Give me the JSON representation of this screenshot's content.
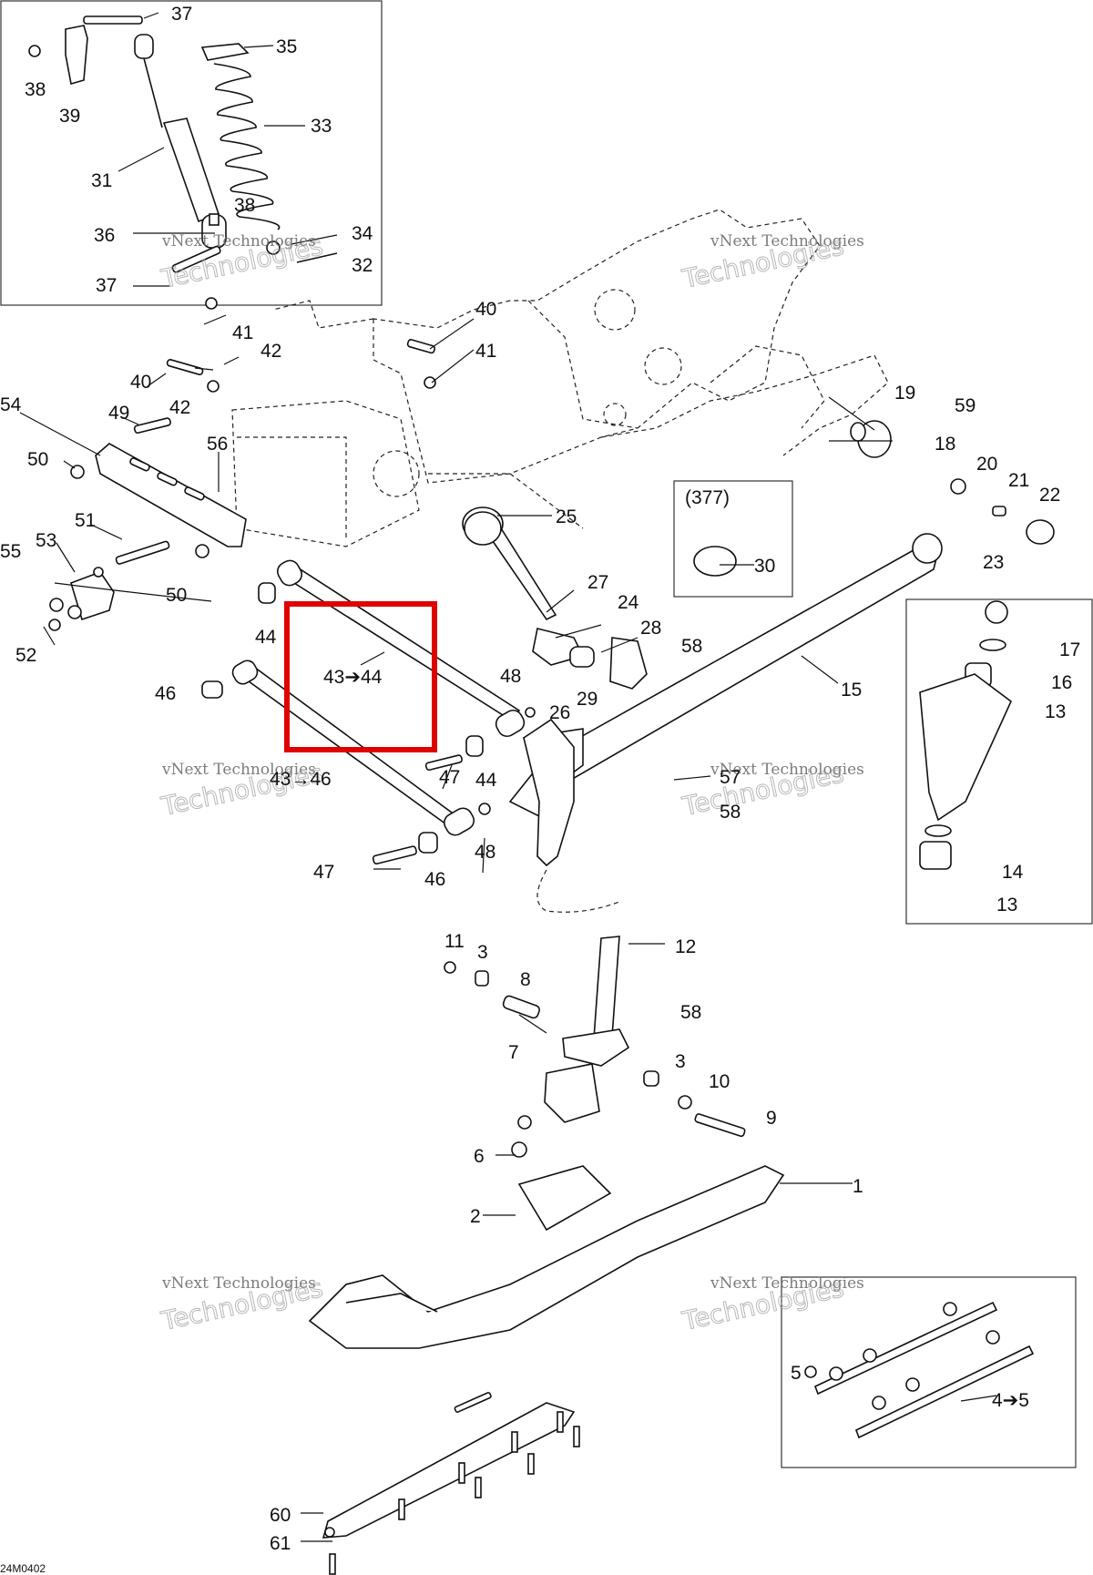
{
  "diagram": {
    "reference_code": "24M0402",
    "watermark": {
      "line1": "vNext Technologies",
      "line2": "Technologies",
      "line3": "vNext"
    },
    "highlight": {
      "label": "43➔44",
      "color": "#e00000"
    },
    "callouts": {
      "c37a": "37",
      "c35": "35",
      "c33": "33",
      "c38a": "38",
      "c39": "39",
      "c31": "31",
      "c38b": "38",
      "c36": "36",
      "c34": "34",
      "c32": "32",
      "c37b": "37",
      "c40a": "40",
      "c41a": "41",
      "c41b": "41",
      "c42a": "42",
      "c40b": "40",
      "c42b": "42",
      "c54": "54",
      "c49": "49",
      "c56": "56",
      "c50a": "50",
      "c51": "51",
      "c53": "53",
      "c55": "55",
      "c50b": "50",
      "c52": "52",
      "c44a": "44",
      "c46a": "46",
      "c19": "19",
      "c59": "59",
      "c18": "18",
      "c20": "20",
      "c21": "21",
      "c22": "22",
      "c23": "23",
      "c25": "25",
      "c377": "(377)",
      "c30": "30",
      "c27": "27",
      "c24": "24",
      "c28": "28",
      "c58a": "58",
      "c15": "15",
      "c48a": "48",
      "c26": "26",
      "c29": "29",
      "c57": "57",
      "c58b": "58",
      "c47a": "47",
      "c44b": "44",
      "c48b": "48",
      "c47b": "47",
      "c46b": "46",
      "c4346": "43→46",
      "c17": "17",
      "c16": "16",
      "c13a": "13",
      "c14": "14",
      "c13b": "13",
      "c11": "11",
      "c3a": "3",
      "c8": "8",
      "c12": "12",
      "c58c": "58",
      "c7": "7",
      "c3b": "3",
      "c10": "10",
      "c9": "9",
      "c6": "6",
      "c1": "1",
      "c2": "2",
      "c5": "5",
      "c45": "4➔5",
      "c60": "60",
      "c61": "61"
    }
  }
}
